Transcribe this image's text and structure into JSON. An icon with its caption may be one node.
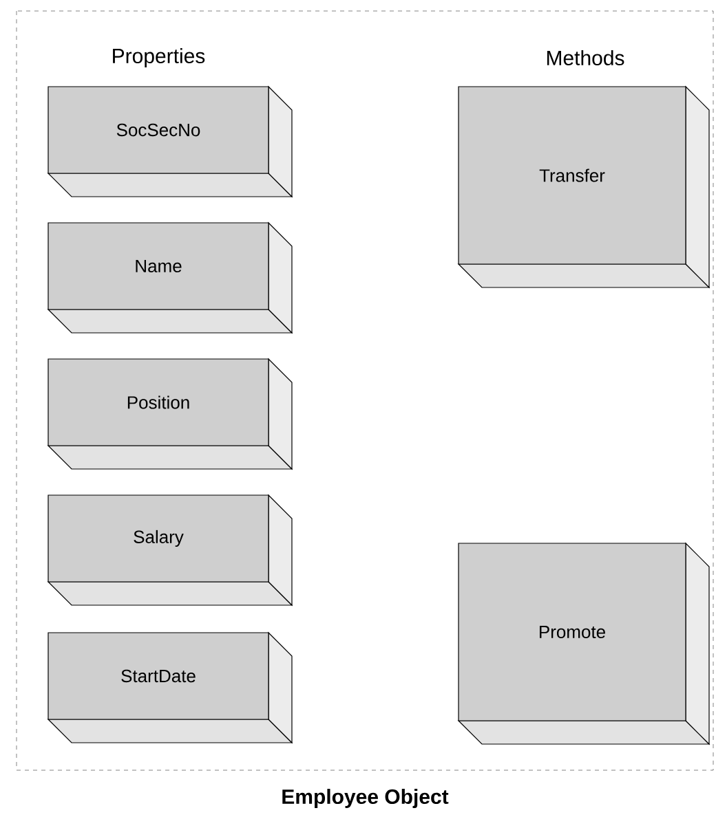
{
  "diagram": {
    "nodes": [
      {
        "text": [
          "Employee Object"
        ]
      },
      {
        "text": [
          "SocSecNo"
        ],
        "in": 0
      },
      {
        "text": [
          "Name"
        ],
        "in": 0
      },
      {
        "text": [
          "Position"
        ],
        "in": 0
      },
      {
        "text": [
          "Salary"
        ],
        "in": 0
      },
      {
        "text": [
          "StartDate"
        ],
        "in": 0
      },
      {
        "text": [
          "Transfer"
        ],
        "in": 0
      },
      {
        "text": [
          "Promote"
        ],
        "in": 0
      }
    ],
    "labels": [
      "Properties",
      "Methods"
    ]
  }
}
